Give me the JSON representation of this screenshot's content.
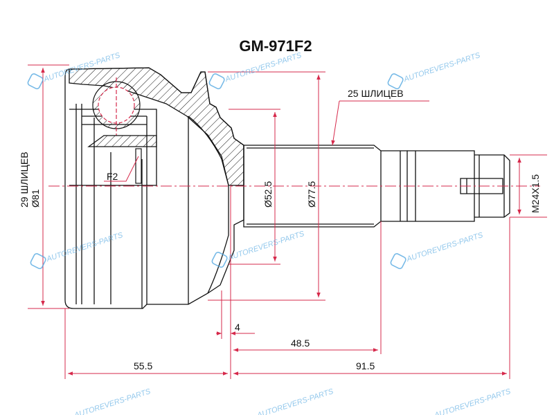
{
  "title": "GM-971F2",
  "watermark": {
    "text": "AUTOREVERS-PARTS",
    "badge": "AR",
    "color": "#4aa3df"
  },
  "colors": {
    "line": "#111111",
    "dimension": "#d6294b"
  },
  "labels": {
    "outer_splines": "25 ШЛИЦЕВ",
    "inner_splines": "29 ШЛИЦЕВ",
    "outer_diameter": "Ø81",
    "shaft_diameter_1": "Ø52.5",
    "shaft_diameter_2": "Ø77.5",
    "thread": "M24X1.5",
    "ring_marker": "F2",
    "dim_4": "4",
    "dim_48_5": "48.5",
    "dim_55_5": "55.5",
    "dim_91_5": "91.5"
  }
}
